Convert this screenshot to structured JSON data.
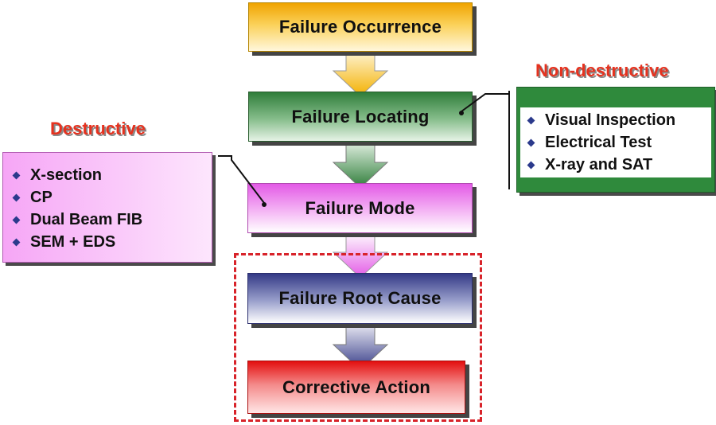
{
  "flow": {
    "steps": [
      {
        "label": "Failure Occurrence"
      },
      {
        "label": "Failure Locating"
      },
      {
        "label": "Failure Mode"
      },
      {
        "label": "Failure Root Cause"
      },
      {
        "label": "Corrective Action"
      }
    ]
  },
  "destructive": {
    "title": "Destructive",
    "items": [
      "X-section",
      "CP",
      "Dual Beam FIB",
      "SEM + EDS"
    ]
  },
  "non_destructive": {
    "title": "Non-destructive",
    "items": [
      "Visual Inspection",
      "Electrical Test",
      "X-ray and SAT"
    ]
  },
  "colors": {
    "occurrence": "#f0a400",
    "locating": "#2f7d3a",
    "mode": "#e35ae6",
    "root_cause": "#343a86",
    "corrective": "#e30f0f",
    "highlight_border": "#d8232a",
    "side_title": "#e5321f",
    "bullet": "#2b3a8c"
  }
}
